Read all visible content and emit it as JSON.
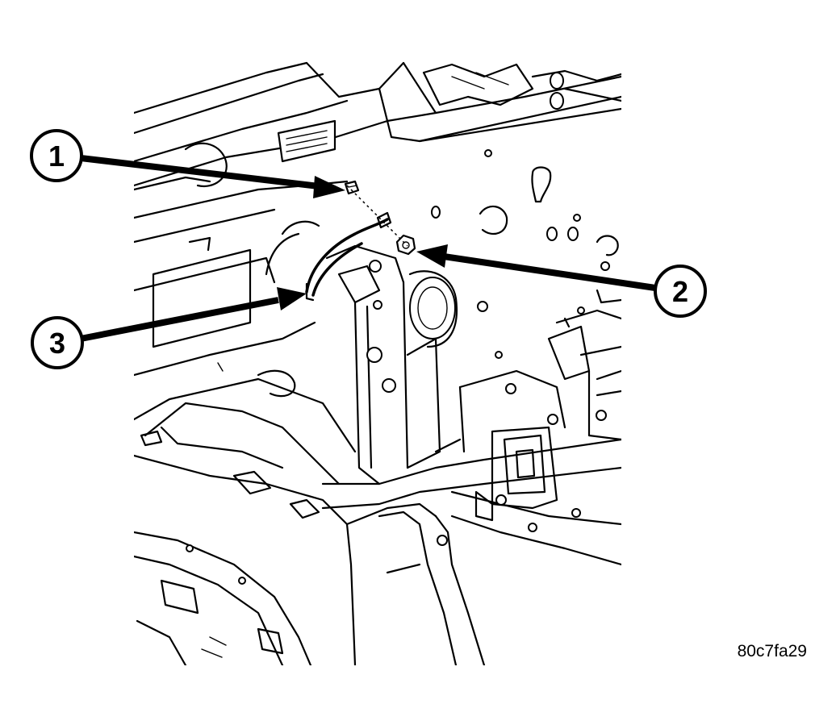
{
  "figure_id": "80c7fa29",
  "callouts": [
    {
      "number": "1"
    },
    {
      "number": "2"
    },
    {
      "number": "3"
    }
  ],
  "colors": {
    "ink": "#000000",
    "paper": "#ffffff"
  }
}
